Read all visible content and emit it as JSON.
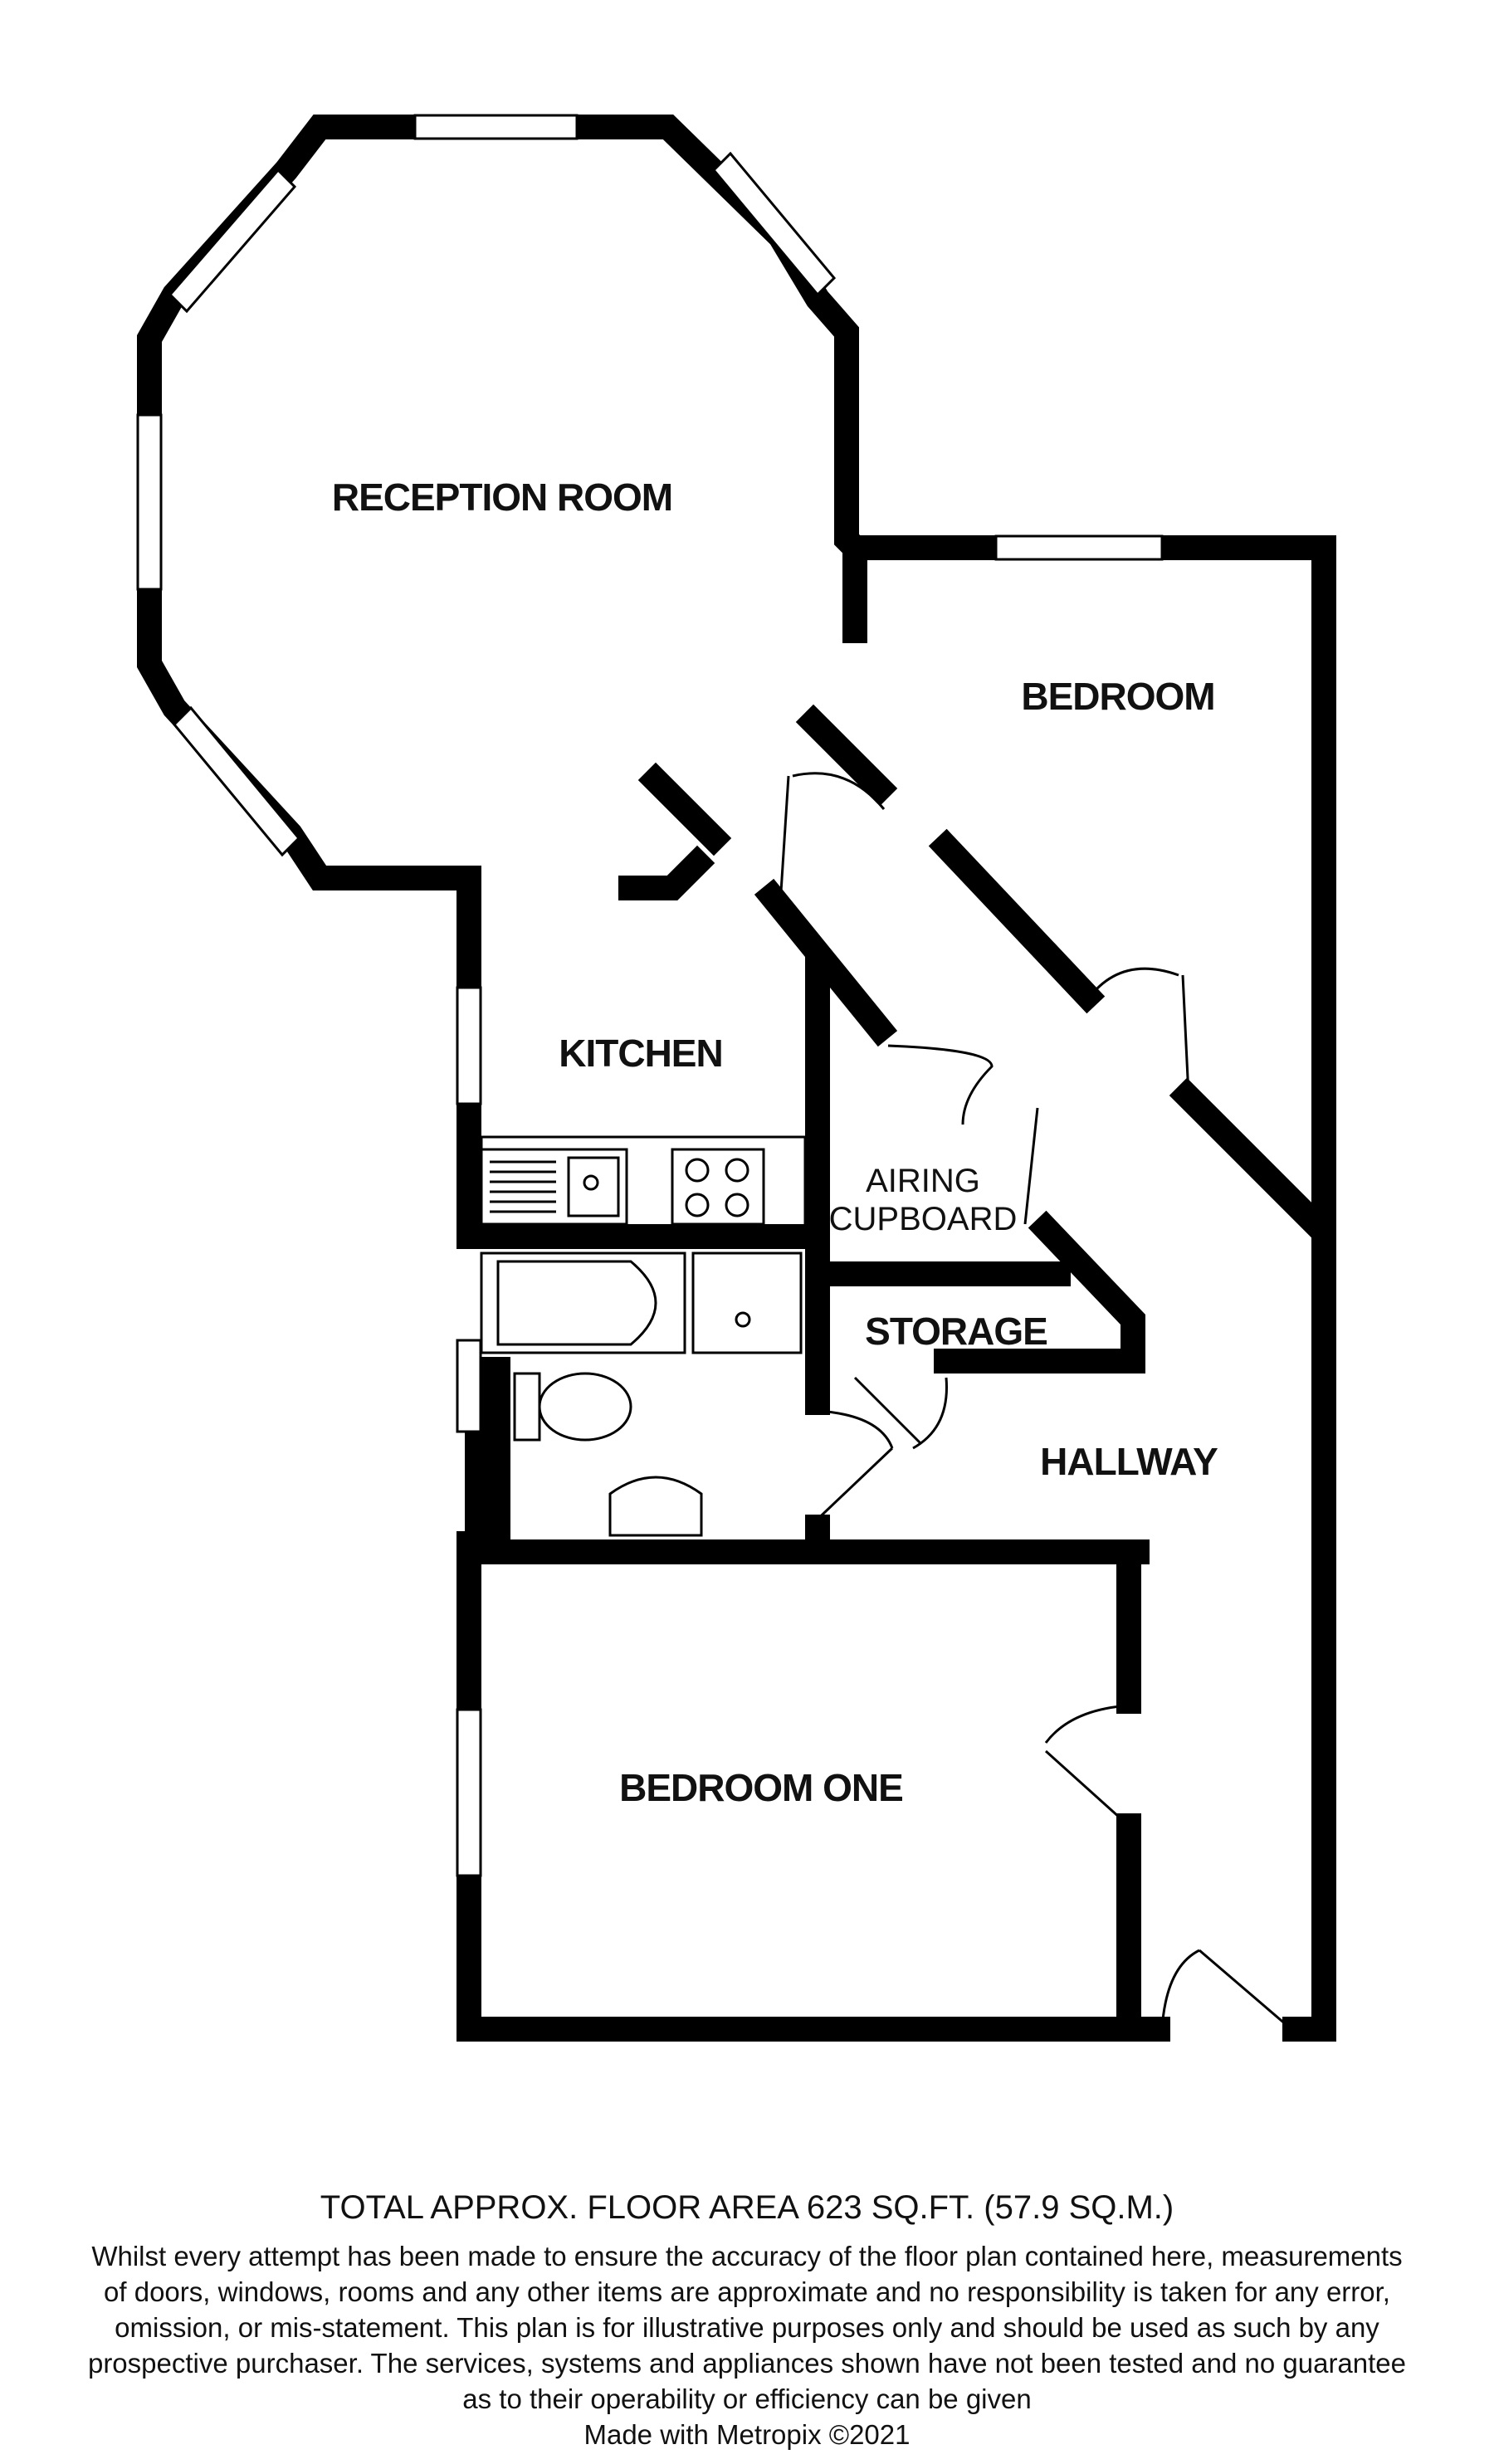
{
  "rooms": {
    "reception": "RECEPTION ROOM",
    "bedroom": "BEDROOM",
    "kitchen": "KITCHEN",
    "airing_line1": "AIRING",
    "airing_line2": "CUPBOARD",
    "storage": "STORAGE",
    "hallway": "HALLWAY",
    "bedroom_one": "BEDROOM ONE"
  },
  "footer": {
    "total_area": "TOTAL APPROX. FLOOR AREA 623 SQ.FT. (57.9 SQ.M.)",
    "disclaimer_lines": [
      "Whilst every attempt has been made to ensure the accuracy of the floor plan contained here, measurements",
      "of doors, windows, rooms and any other items are approximate and no responsibility is taken for any error,",
      "omission, or mis-statement. This plan is for illustrative purposes only and should be used as such by any",
      "prospective purchaser. The services, systems and appliances shown have not been tested and no guarantee",
      "as to their operability or efficiency can be given"
    ],
    "made_with": "Made with Metropix ©2021"
  }
}
